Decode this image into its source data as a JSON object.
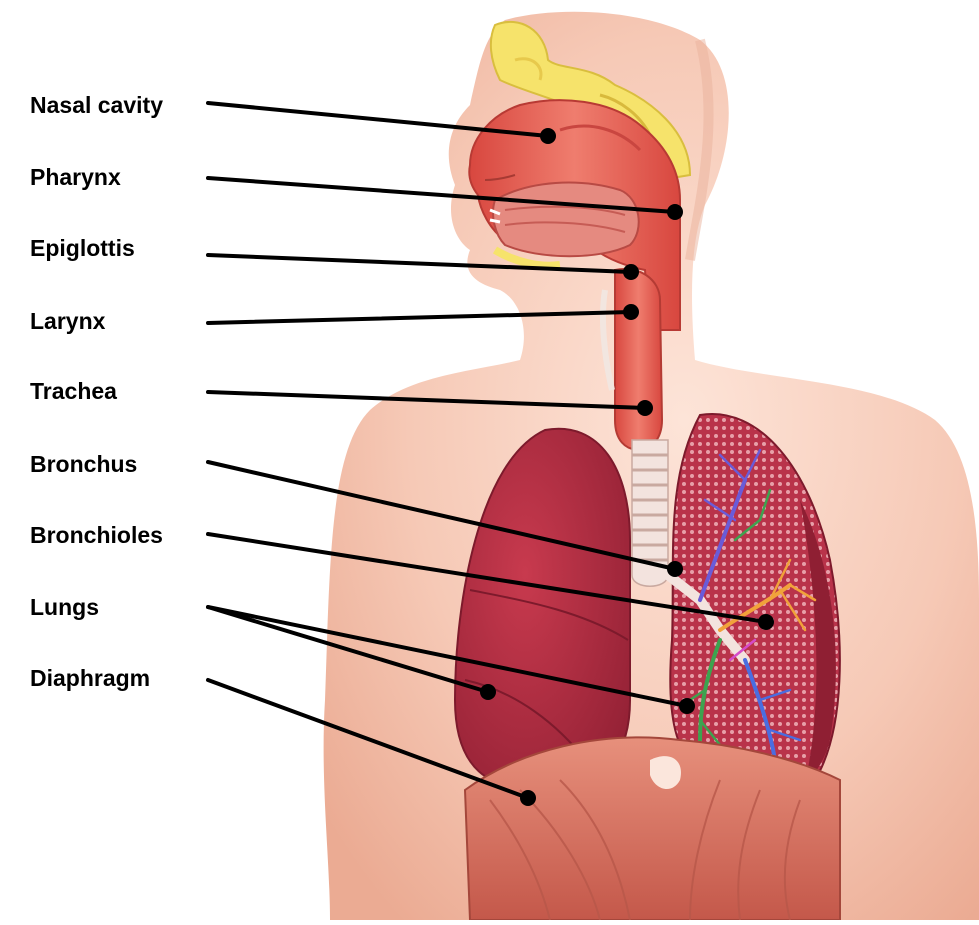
{
  "labels": {
    "nasal_cavity": "Nasal cavity",
    "pharynx": "Pharynx",
    "epiglottis": "Epiglottis",
    "larynx": "Larynx",
    "trachea": "Trachea",
    "bronchus": "Bronchus",
    "bronchioles": "Bronchioles",
    "lungs": "Lungs",
    "diaphragm": "Diaphragm"
  },
  "colors": {
    "background": "#ffffff",
    "skin": "#f6c9b6",
    "skin_shadow": "#e9a993",
    "airway": "#e0574f",
    "lung": "#a8283c",
    "lung_light": "#c23b4d",
    "sinus_yellow": "#f6e36b",
    "trachea_ring": "#f3e3de",
    "diaphragm": "#d9735f",
    "leader_line": "#000000"
  }
}
